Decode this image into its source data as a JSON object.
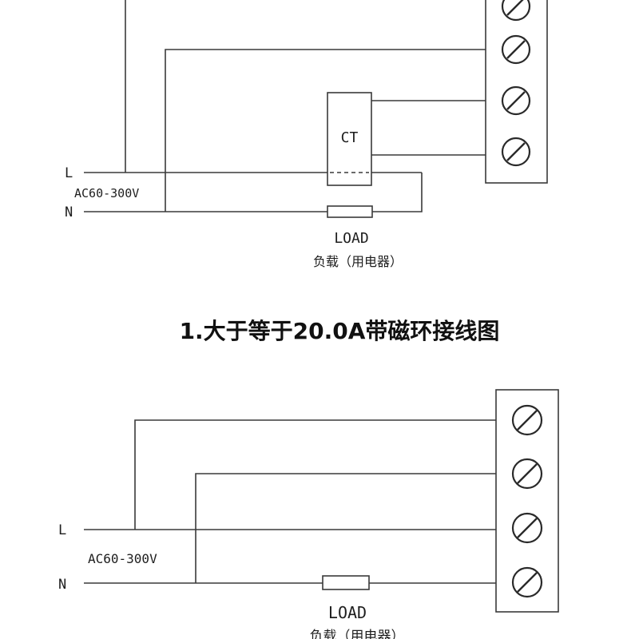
{
  "diagram1": {
    "line_label": "L",
    "neutral_label": "N",
    "voltage_label": "AC60-300V",
    "ct_label": "CT",
    "load_label": "LOAD",
    "load_caption": "负载（用电器）",
    "terminal_icon": "screw-terminal-icon"
  },
  "title": "1.大于等于20.0A带磁环接线图",
  "diagram2": {
    "line_label": "L",
    "neutral_label": "N",
    "voltage_label": "AC60-300V",
    "load_label": "LOAD",
    "load_caption": "负载（用电器）",
    "terminal_icon": "screw-terminal-icon"
  },
  "colors": {
    "line": "#3a3a3a",
    "text": "#1e1e1e",
    "background": "#ffffff"
  }
}
